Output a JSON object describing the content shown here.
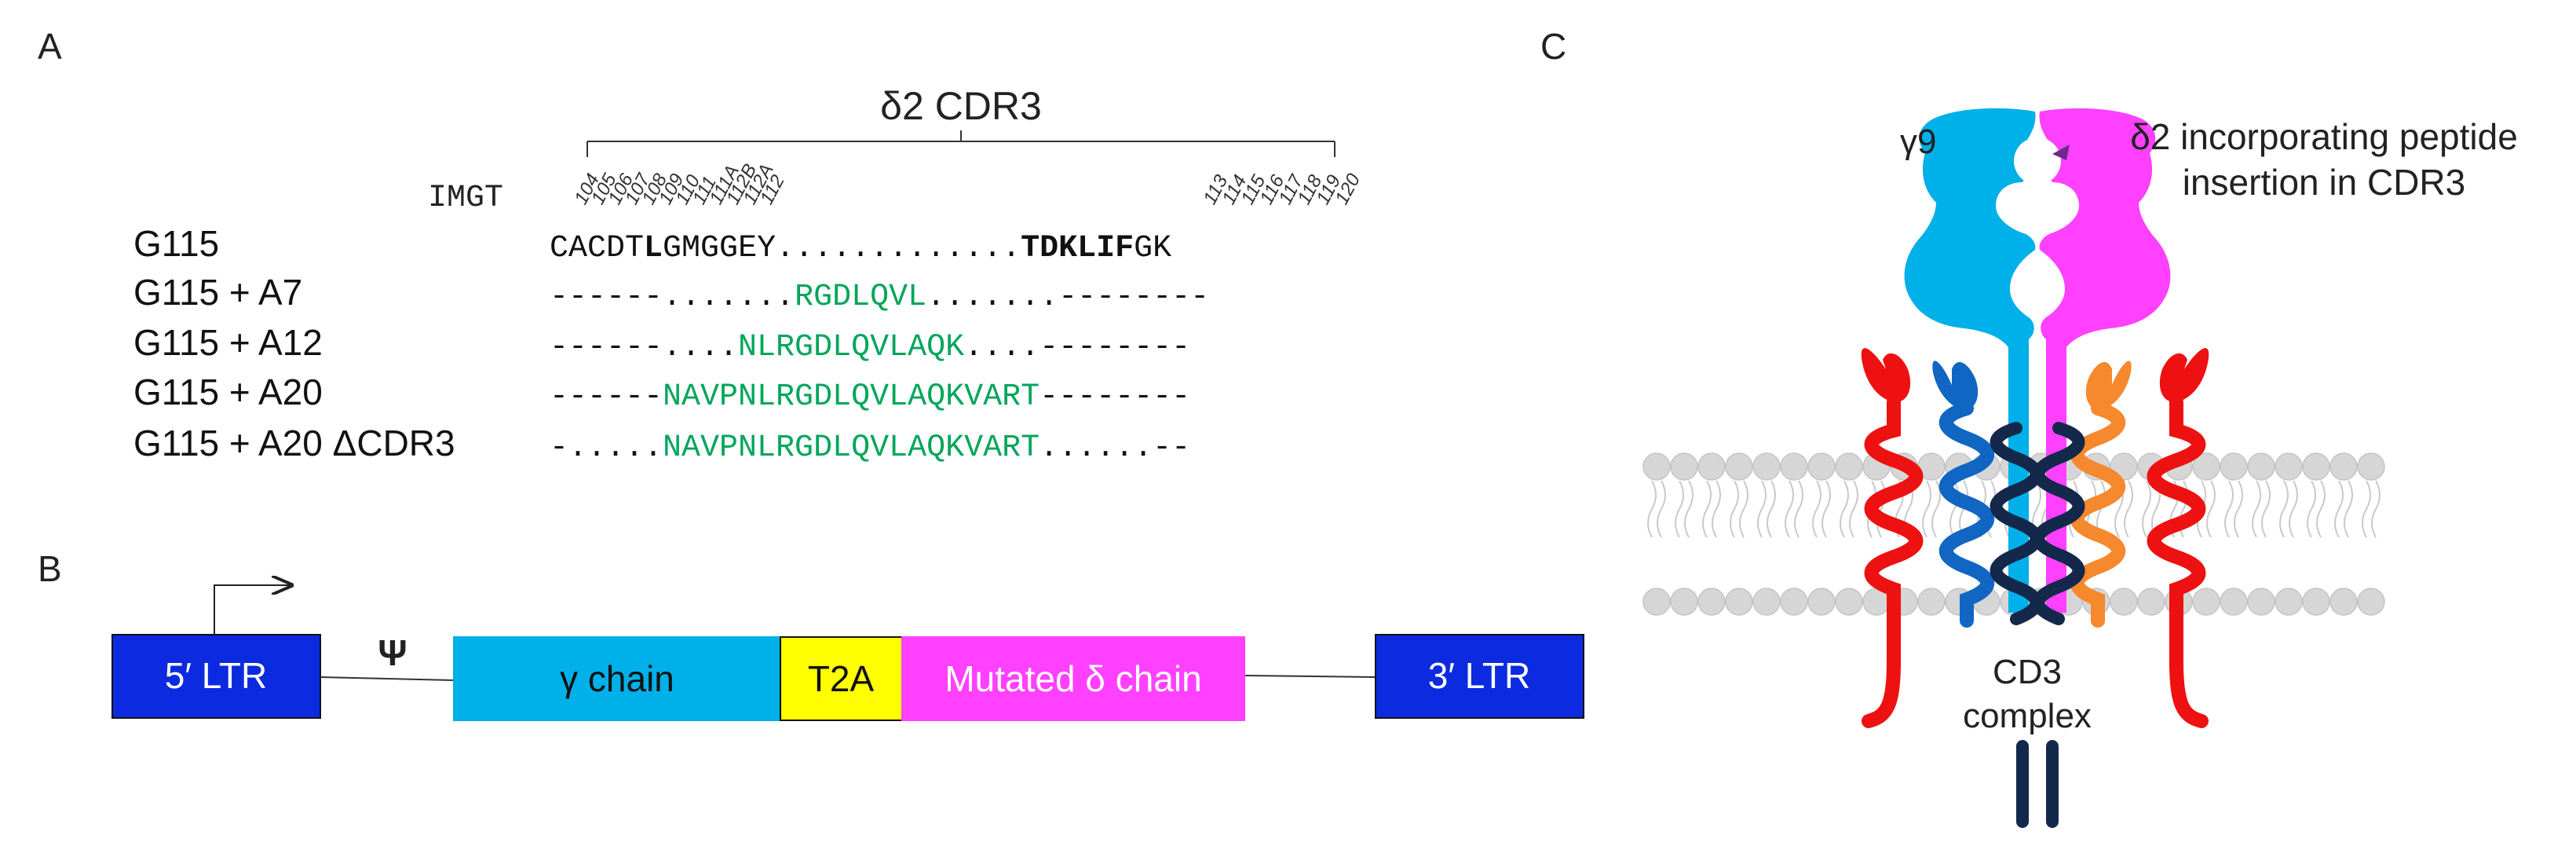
{
  "panels": {
    "a": "A",
    "b": "B",
    "c": "C"
  },
  "panel_a": {
    "cdr3_title": "δ2 CDR3",
    "imgt_label": "IMGT",
    "positions_left": [
      "104",
      "105",
      "106",
      "107",
      "108",
      "109",
      "110",
      "111",
      "111A",
      "112B",
      "112A",
      "112"
    ],
    "positions_right": [
      "113",
      "114",
      "115",
      "116",
      "117",
      "118",
      "119",
      "120"
    ],
    "rows": [
      {
        "label": "G115",
        "segments": [
          {
            "text": "CACDT",
            "style": "plain"
          },
          {
            "text": "L",
            "style": "bold"
          },
          {
            "text": "GMGGEY",
            "style": "plain"
          },
          {
            "text": ".............",
            "style": "plain"
          },
          {
            "text": "TDKLIF",
            "style": "bold"
          },
          {
            "text": "GK",
            "style": "plain"
          }
        ]
      },
      {
        "label": "G115 + A7",
        "segments": [
          {
            "text": "------",
            "style": "plain"
          },
          {
            "text": ".......",
            "style": "plain"
          },
          {
            "text": "RGDLQVL",
            "style": "green"
          },
          {
            "text": ".......",
            "style": "plain"
          },
          {
            "text": "--------",
            "style": "plain"
          }
        ]
      },
      {
        "label": "G115 + A12",
        "segments": [
          {
            "text": "------",
            "style": "plain"
          },
          {
            "text": "....",
            "style": "plain"
          },
          {
            "text": "NLRGDLQVLAQK",
            "style": "green"
          },
          {
            "text": "....",
            "style": "plain"
          },
          {
            "text": "--------",
            "style": "plain"
          }
        ]
      },
      {
        "label": "G115 + A20",
        "segments": [
          {
            "text": "------",
            "style": "plain"
          },
          {
            "text": "NAVPNLRGDLQVLAQKVART",
            "style": "green"
          },
          {
            "text": "--------",
            "style": "plain"
          }
        ]
      },
      {
        "label": "G115 + A20 ΔCDR3",
        "segments": [
          {
            "text": "-.....",
            "style": "plain"
          },
          {
            "text": "NAVPNLRGDLQVLAQKVART",
            "style": "green"
          },
          {
            "text": "......--",
            "style": "plain"
          }
        ]
      }
    ]
  },
  "panel_b": {
    "ltr5": "5′ LTR",
    "psi": "Ψ",
    "gamma": "γ chain",
    "t2a": "T2A",
    "delta": "Mutated δ chain",
    "ltr3": "3′ LTR"
  },
  "panel_c": {
    "gamma_label": "γ9",
    "delta_line1": "δ2 incorporating peptide",
    "delta_line2": "insertion in CDR3",
    "cd3_line1": "CD3",
    "cd3_line2": "complex"
  },
  "colors": {
    "green": "#00a65a",
    "ltr_blue": "#0c2be0",
    "gamma_cyan": "#00b0e8",
    "t2a_yellow": "#ffff00",
    "delta_magenta": "#ff40ff",
    "red": "#ee1111",
    "blue_mid": "#1066c2",
    "navy": "#13284a",
    "orange": "#f6882d",
    "membrane": "#d6d6d6"
  }
}
